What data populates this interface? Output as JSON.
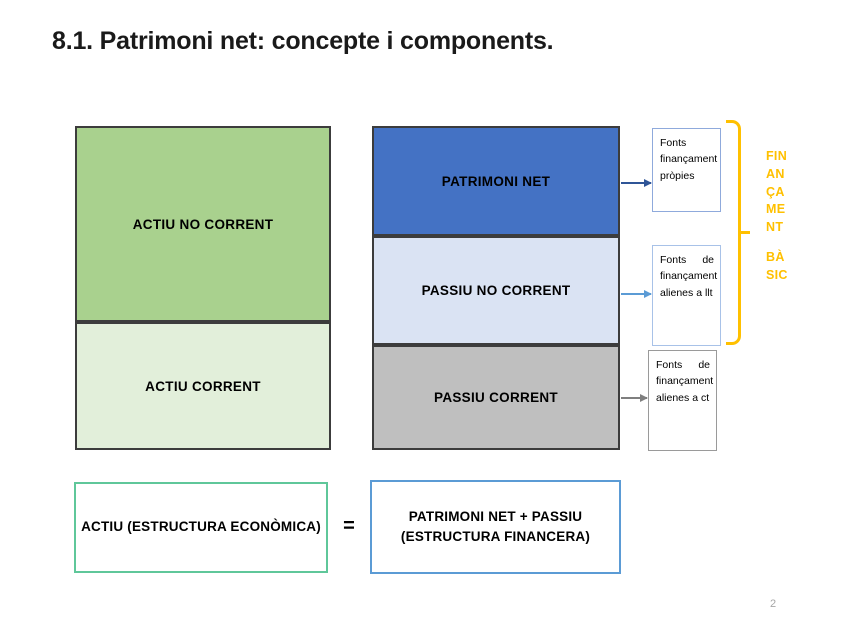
{
  "slide": {
    "title": "8.1. Patrimoni net: concepte i components.",
    "page_number": "2"
  },
  "colors": {
    "asset_noncurrent": "#a9d18e",
    "asset_current": "#e2efda",
    "equity": "#4472c4",
    "liability_noncurrent": "#dae3f3",
    "liability_current": "#bfbfbf",
    "brace": "#ffc000",
    "summary_asset_border": "#5fc79a",
    "summary_equity_border": "#5b9bd5",
    "block_border": "#3c3c3c"
  },
  "assets": {
    "noncurrent": "ACTIU NO CORRENT",
    "current": "ACTIU CORRENT"
  },
  "equity_liabilities": {
    "equity": "PATRIMONI NET",
    "noncurrent": "PASSIU NO CORRENT",
    "current": "PASSIU CORRENT"
  },
  "notes": {
    "own_funds": "Fonts finançament pròpies",
    "long_term": "Fonts de finançament alienes a llt",
    "short_term": "Fonts de finançament alienes a ct"
  },
  "brace_label": {
    "line1": "FIN",
    "line2": "AN",
    "line3": "ÇA",
    "line4": "ME",
    "line5": "NT",
    "line6": "BÀ",
    "line7": "SIC"
  },
  "summary": {
    "asset": "ACTIU (ESTRUCTURA ECONÒMICA)",
    "equals": "=",
    "equity_liabilities": "PATRIMONI NET + PASSIU (ESTRUCTURA FINANCERA)"
  }
}
